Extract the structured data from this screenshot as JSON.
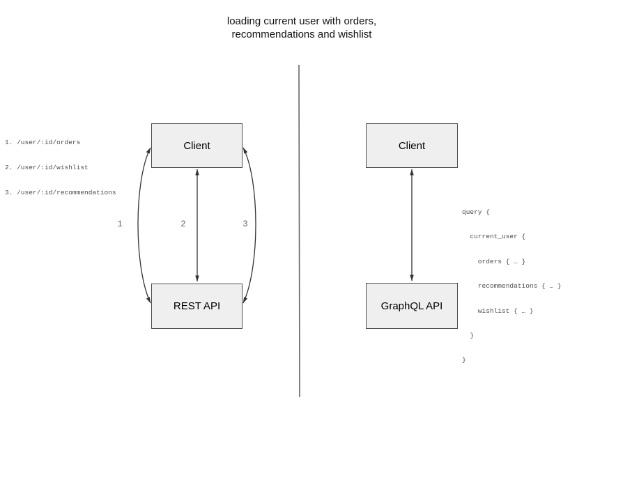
{
  "title": {
    "line1": "loading current user with orders,",
    "line2": "recommendations and wishlist"
  },
  "rest_panel": {
    "client_label": "Client",
    "api_label": "REST API",
    "endpoints": [
      "1. /user/:id/orders",
      "2. /user/:id/wishlist",
      "3. /user/:id/recommendations"
    ],
    "arrow_labels": [
      "1",
      "2",
      "3"
    ]
  },
  "graphql_panel": {
    "client_label": "Client",
    "api_label": "GraphQL API",
    "query_lines": [
      "query {",
      "  current_user {",
      "    orders { … }",
      "    recommendations { … }",
      "    wishlist { … }",
      "  }",
      "}"
    ]
  },
  "colors": {
    "box_fill": "#efefef",
    "box_border": "#4d4d4d",
    "arrow": "#333333",
    "divider": "#666666",
    "label_gray": "#666666",
    "mono_text": "#4d4d4d",
    "title_text": "#111111"
  }
}
